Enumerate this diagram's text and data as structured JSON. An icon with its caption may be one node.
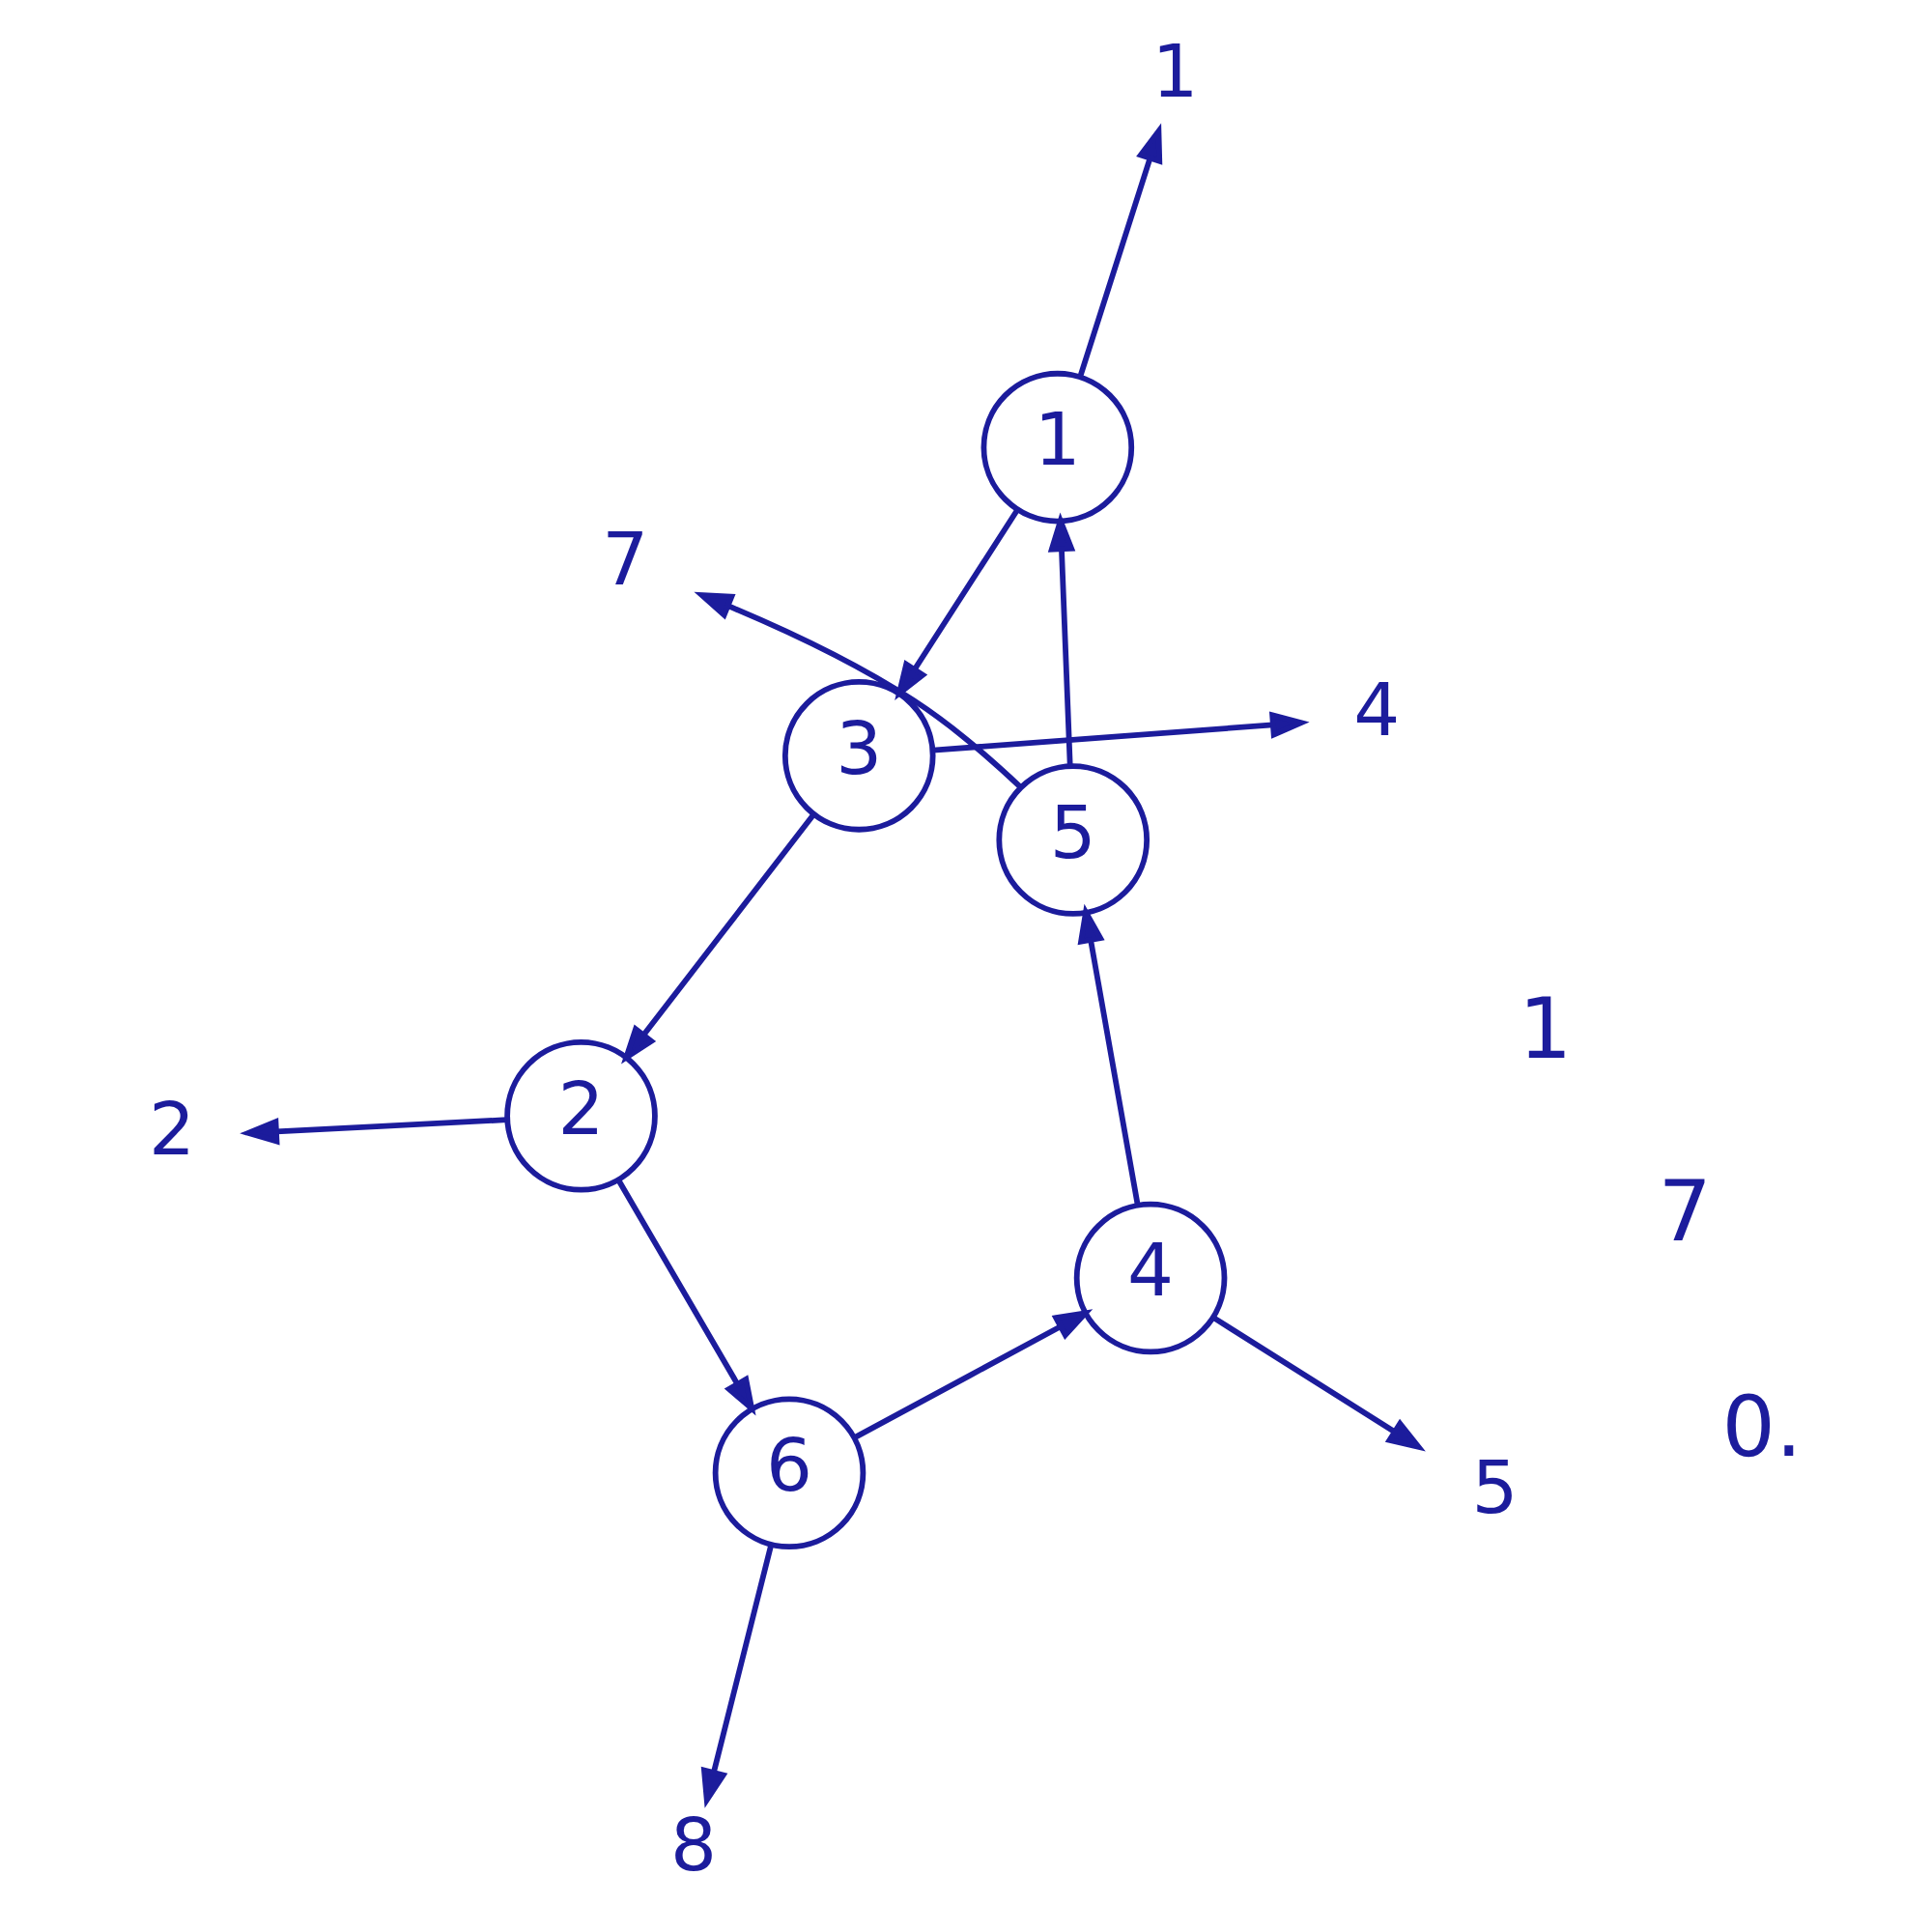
{
  "diagram": {
    "nodes": [
      {
        "text": [
          "2"
        ]
      },
      {
        "text": [
          "4"
        ]
      },
      {
        "text": [
          "2"
        ]
      },
      {
        "text": [
          "3"
        ]
      },
      {
        "text": [
          "1"
        ]
      },
      {
        "text": [
          "1"
        ]
      },
      {
        "text": [
          "6"
        ]
      },
      {
        "text": [
          "8"
        ]
      },
      {
        "text": [
          "4"
        ]
      },
      {
        "text": [
          "5"
        ]
      },
      {
        "text": [
          "5"
        ]
      },
      {
        "text": [
          "7"
        ]
      }
    ],
    "edges": [
      {
        "from": 5,
        "to": 3,
        "arrow": "to"
      },
      {
        "from": 3,
        "to": 2,
        "arrow": "to"
      },
      {
        "from": 2,
        "to": 6,
        "arrow": "to"
      },
      {
        "from": 6,
        "to": 8,
        "arrow": "to"
      },
      {
        "from": 8,
        "to": 9,
        "arrow": "to"
      },
      {
        "from": 9,
        "to": 5,
        "arrow": "to"
      },
      {
        "from": 5,
        "to": 4,
        "arrow": "to"
      },
      {
        "from": 3,
        "to": 1,
        "arrow": "to"
      },
      {
        "from": 2,
        "to": 0,
        "arrow": "to"
      },
      {
        "from": 6,
        "to": 7,
        "arrow": "to"
      },
      {
        "from": 8,
        "to": 10,
        "arrow": "to"
      },
      {
        "from": 9,
        "to": 11,
        "arrow": "to"
      }
    ],
    "labels": [
      "1",
      "7",
      "0."
    ]
  }
}
